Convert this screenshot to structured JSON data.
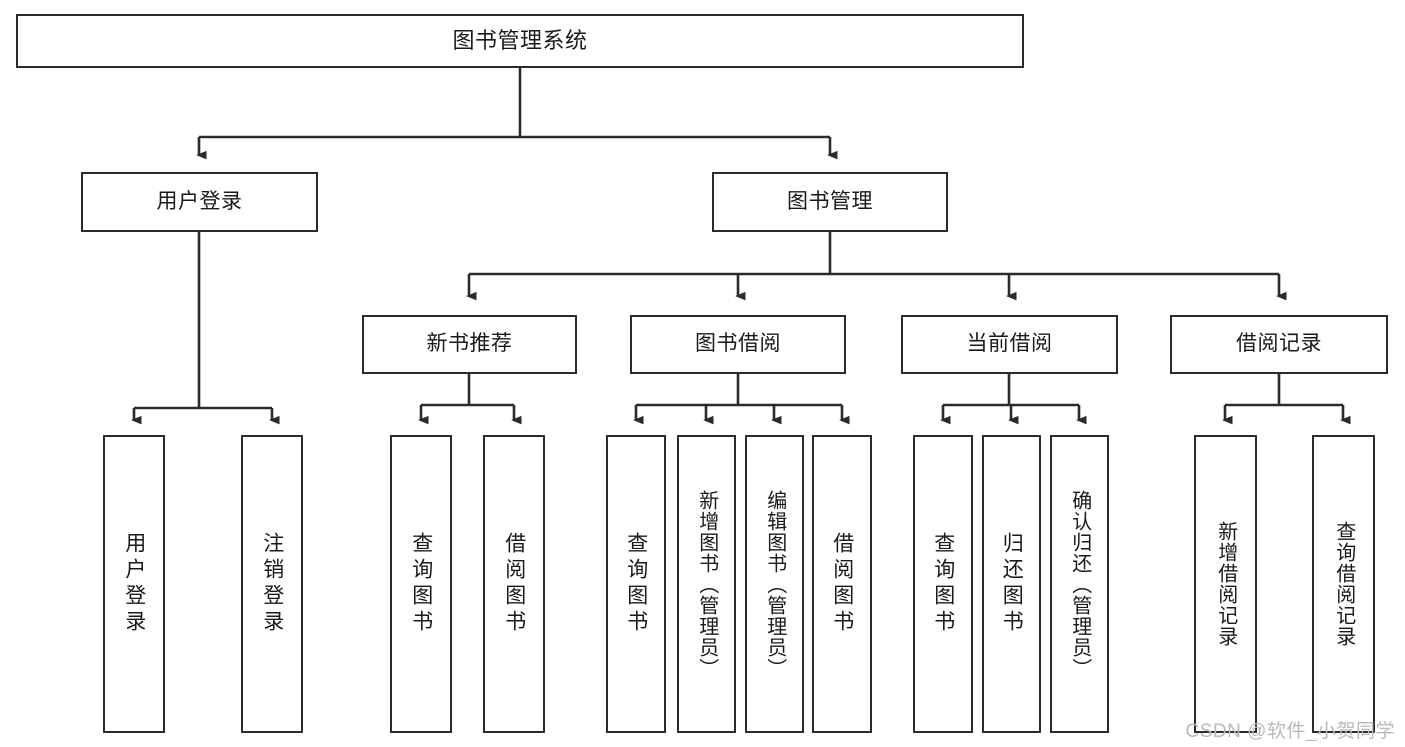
{
  "diagram": {
    "title": "图书管理系统",
    "type": "tree",
    "watermark": "CSDN @软件_小贺同学",
    "colors": {
      "box_border": "#2b2b2b",
      "box_fill": "#ffffff",
      "connector": "#2b2b2b",
      "background": "#ffffff",
      "watermark": "#b9b9b9"
    },
    "nodes": {
      "root": {
        "label": "图书管理系统",
        "level": 1
      },
      "level2": [
        {
          "label": "用户登录",
          "level": 2
        },
        {
          "label": "图书管理",
          "level": 2
        }
      ],
      "level3": [
        {
          "label": "新书推荐",
          "level": 3
        },
        {
          "label": "图书借阅",
          "level": 3
        },
        {
          "label": "当前借阅",
          "level": 3
        },
        {
          "label": "借阅记录",
          "level": 3
        }
      ],
      "leaves": [
        {
          "label": "用户登录",
          "parent": "用户登录"
        },
        {
          "label": "注销登录",
          "parent": "用户登录"
        },
        {
          "label": "查询图书",
          "parent": "新书推荐"
        },
        {
          "label": "借阅图书",
          "parent": "新书推荐"
        },
        {
          "label": "查询图书",
          "parent": "图书借阅"
        },
        {
          "label": "新增图书（管理员）",
          "parent": "图书借阅"
        },
        {
          "label": "编辑图书（管理员）",
          "parent": "图书借阅"
        },
        {
          "label": "借阅图书",
          "parent": "图书借阅"
        },
        {
          "label": "查询图书",
          "parent": "当前借阅"
        },
        {
          "label": "归还图书",
          "parent": "当前借阅"
        },
        {
          "label": "确认归还（管理员）",
          "parent": "当前借阅"
        },
        {
          "label": "新增借阅记录",
          "parent": "借阅记录"
        },
        {
          "label": "查询借阅记录",
          "parent": "借阅记录"
        }
      ]
    }
  }
}
